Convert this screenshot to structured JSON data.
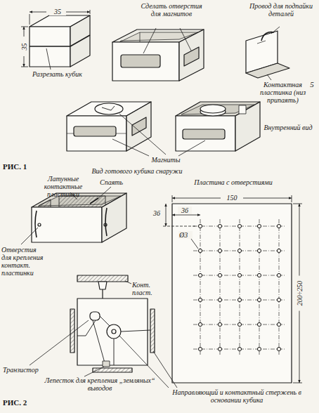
{
  "diagram": {
    "labels": [
      "35",
      "35",
      "Разрезать кубик",
      "Сделать отверстия для магнитов",
      "Провод для подпайки деталей",
      "Контактная пластинка (низ припаять)",
      "Магниты",
      "Вид готового кубика снаружи",
      "Внутренний вид",
      "РИС. 1",
      "5",
      "Латунные контактные пластинки",
      "Спаять",
      "Отверстия для крепления контакт. пластинки",
      "Пластина с отверстиями",
      "150",
      "36",
      "36",
      "Ø3",
      "200÷250",
      "Конт. пласт.",
      "Транзистор",
      "Лепесток для крепления „земляных“ выводов",
      "Направляющий и контактный стержень в основании кубика",
      "РИС. 2"
    ]
  }
}
